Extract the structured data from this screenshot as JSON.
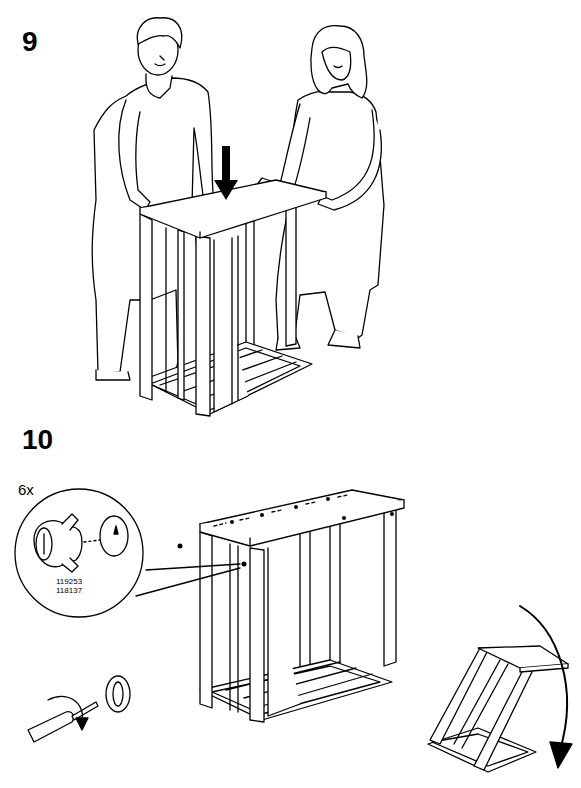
{
  "diagram": {
    "nodes": [
      {
        "text": [
          "6x",
          "119253 118137"
        ]
      }
    ],
    "labels": [
      "9",
      "10"
    ]
  }
}
